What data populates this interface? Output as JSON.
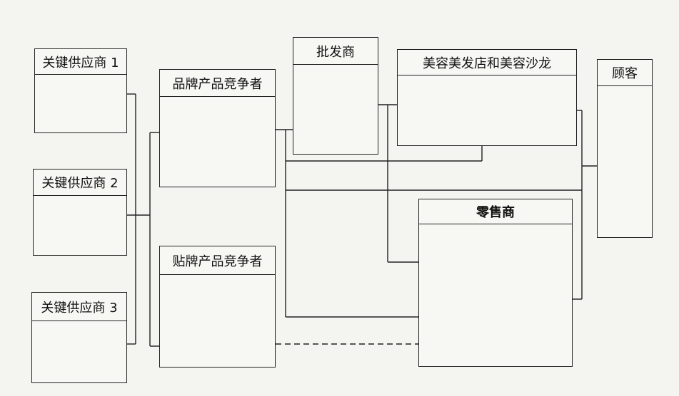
{
  "nodes": {
    "supplier1": "关键供应商 1",
    "supplier2": "关键供应商 2",
    "supplier3": "关键供应商 3",
    "brand_competitor": "品牌产品竞争者",
    "label_competitor": "贴牌产品竞争者",
    "wholesaler": "批发商",
    "salon": "美容美发店和美容沙龙",
    "retailer": "零售商",
    "customer": "顾客"
  }
}
